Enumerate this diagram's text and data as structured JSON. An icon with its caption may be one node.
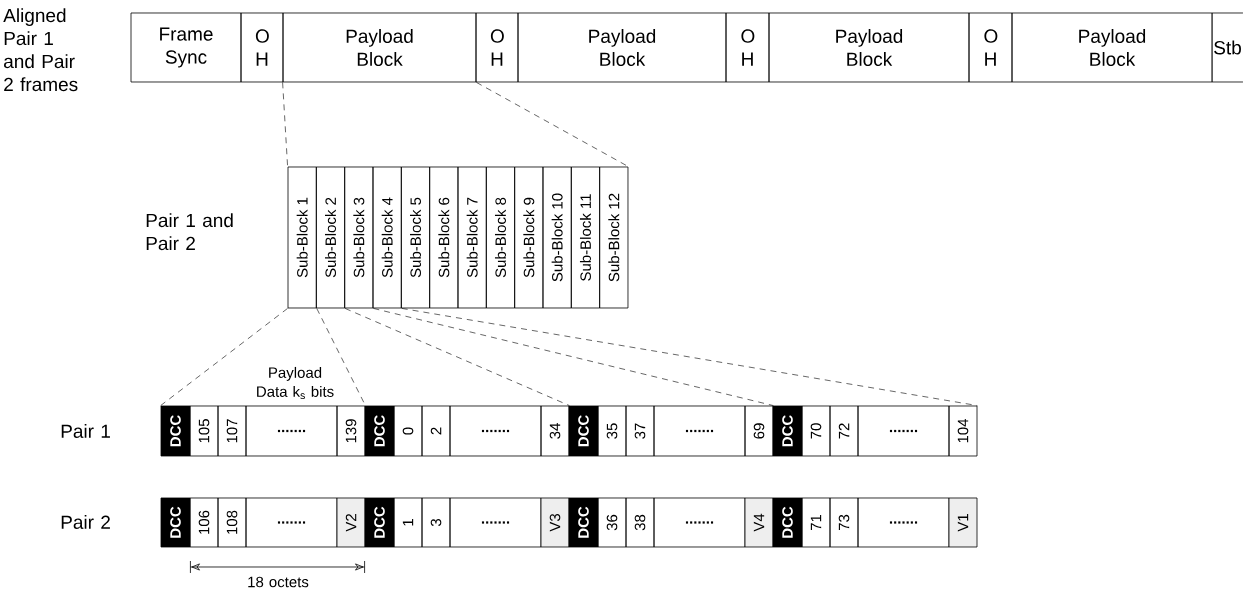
{
  "diagram": {
    "nodes": [
      {
        "text": [
          "Frame Sync"
        ]
      },
      {
        "text": [
          "O H"
        ]
      },
      {
        "text": [
          "Payload Block"
        ]
      },
      {
        "text": [
          "O H"
        ]
      },
      {
        "text": [
          "Payload Block"
        ]
      },
      {
        "text": [
          "O H"
        ]
      },
      {
        "text": [
          "Payload Block"
        ]
      },
      {
        "text": [
          "O H"
        ]
      },
      {
        "text": [
          "Payload Block"
        ]
      },
      {
        "text": [
          "Stb"
        ]
      },
      {
        "text": [
          "Sub-Block 1"
        ]
      },
      {
        "text": [
          "Sub-Block 2"
        ]
      },
      {
        "text": [
          "Sub-Block 3"
        ]
      },
      {
        "text": [
          "Sub-Block 4"
        ]
      },
      {
        "text": [
          "Sub-Block 5"
        ]
      },
      {
        "text": [
          "Sub-Block 6"
        ]
      },
      {
        "text": [
          "Sub-Block 7"
        ]
      },
      {
        "text": [
          "Sub-Block 8"
        ]
      },
      {
        "text": [
          "Sub-Block 9"
        ]
      },
      {
        "text": [
          "Sub-Block 10"
        ]
      },
      {
        "text": [
          "Sub-Block 11"
        ]
      },
      {
        "text": [
          "Sub-Block 12"
        ]
      },
      {
        "text": [
          "DCC"
        ]
      },
      {
        "text": [
          "105"
        ]
      },
      {
        "text": [
          "107"
        ]
      },
      {
        "text": [
          "......."
        ]
      },
      {
        "text": [
          "139"
        ]
      },
      {
        "text": [
          "DCC"
        ]
      },
      {
        "text": [
          "0"
        ]
      },
      {
        "text": [
          "2"
        ]
      },
      {
        "text": [
          "......."
        ]
      },
      {
        "text": [
          "34"
        ]
      },
      {
        "text": [
          "DCC"
        ]
      },
      {
        "text": [
          "35"
        ]
      },
      {
        "text": [
          "37"
        ]
      },
      {
        "text": [
          "......."
        ]
      },
      {
        "text": [
          "69"
        ]
      },
      {
        "text": [
          "DCC"
        ]
      },
      {
        "text": [
          "70"
        ]
      },
      {
        "text": [
          "72"
        ]
      },
      {
        "text": [
          "......."
        ]
      },
      {
        "text": [
          "104"
        ]
      },
      {
        "text": [
          "DCC"
        ]
      },
      {
        "text": [
          "106"
        ]
      },
      {
        "text": [
          "108"
        ]
      },
      {
        "text": [
          "......."
        ]
      },
      {
        "text": [
          "V2"
        ]
      },
      {
        "text": [
          "DCC"
        ]
      },
      {
        "text": [
          "1"
        ]
      },
      {
        "text": [
          "3"
        ]
      },
      {
        "text": [
          "......."
        ]
      },
      {
        "text": [
          "V3"
        ]
      },
      {
        "text": [
          "DCC"
        ]
      },
      {
        "text": [
          "36"
        ]
      },
      {
        "text": [
          "38"
        ]
      },
      {
        "text": [
          "......."
        ]
      },
      {
        "text": [
          "V4"
        ]
      },
      {
        "text": [
          "DCC"
        ]
      },
      {
        "text": [
          "71"
        ]
      },
      {
        "text": [
          "73"
        ]
      },
      {
        "text": [
          "......."
        ]
      },
      {
        "text": [
          "V1"
        ]
      }
    ],
    "edges": [
      {
        "from": 2,
        "to": 10,
        "arrow": "none",
        "style": "dashed"
      },
      {
        "from": 2,
        "to": 21,
        "arrow": "none",
        "style": "dashed"
      },
      {
        "from": 10,
        "to": 22,
        "arrow": "none",
        "style": "dashed"
      },
      {
        "from": 10,
        "to": 26,
        "arrow": "none",
        "style": "dashed"
      },
      {
        "from": 11,
        "to": 31,
        "arrow": "none",
        "style": "dashed"
      },
      {
        "from": 12,
        "to": 36,
        "arrow": "none",
        "style": "dashed"
      },
      {
        "from": 13,
        "to": 41,
        "arrow": "none",
        "style": "dashed"
      }
    ],
    "labels": [
      "Aligned Pair 1 and Pair 2 frames",
      "Pair 1 and Pair 2",
      "Payload Data k$_{s}$ bits",
      "Pair 1",
      "Pair 2",
      "18 octets"
    ]
  }
}
